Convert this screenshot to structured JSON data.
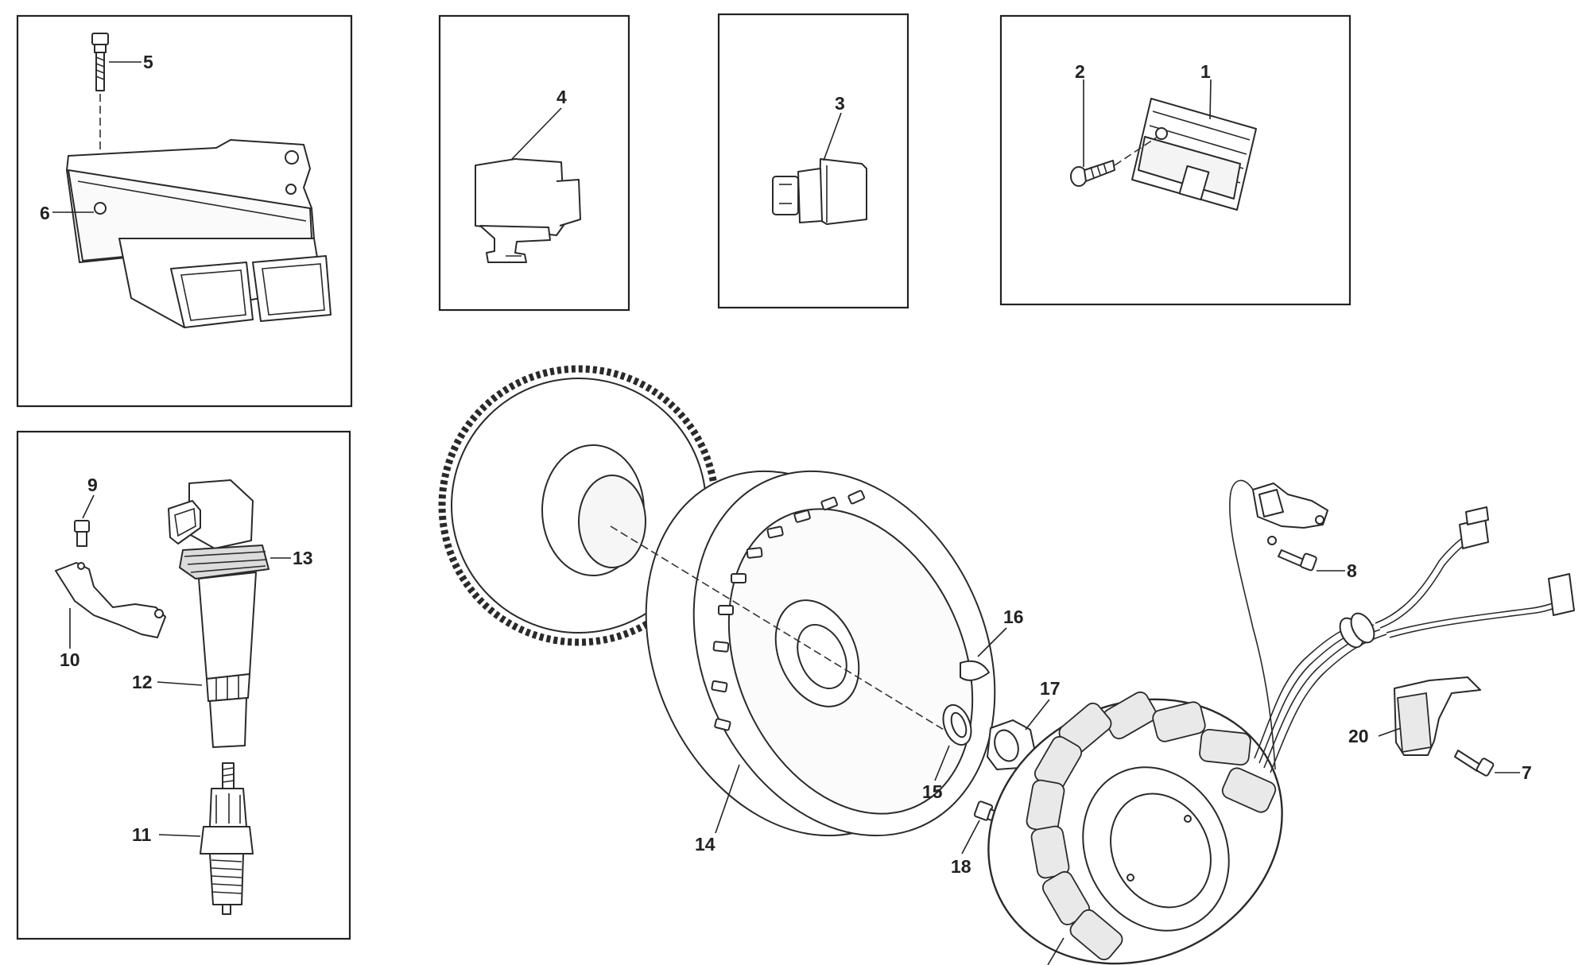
{
  "callouts": [
    {
      "id": "c1",
      "text": "1"
    },
    {
      "id": "c2",
      "text": "2"
    },
    {
      "id": "c3",
      "text": "3"
    },
    {
      "id": "c4",
      "text": "4"
    },
    {
      "id": "c5",
      "text": "5"
    },
    {
      "id": "c6",
      "text": "6"
    },
    {
      "id": "c7",
      "text": "7"
    },
    {
      "id": "c8",
      "text": "8"
    },
    {
      "id": "c9",
      "text": "9"
    },
    {
      "id": "c10",
      "text": "10"
    },
    {
      "id": "c11",
      "text": "11"
    },
    {
      "id": "c12",
      "text": "12"
    },
    {
      "id": "c13",
      "text": "13"
    },
    {
      "id": "c14",
      "text": "14"
    },
    {
      "id": "c15",
      "text": "15"
    },
    {
      "id": "c16",
      "text": "16"
    },
    {
      "id": "c17",
      "text": "17"
    },
    {
      "id": "c18",
      "text": "18"
    },
    {
      "id": "c20",
      "text": "20"
    }
  ],
  "colors": {
    "line": "#2a2a2a",
    "background": "#ffffff"
  }
}
